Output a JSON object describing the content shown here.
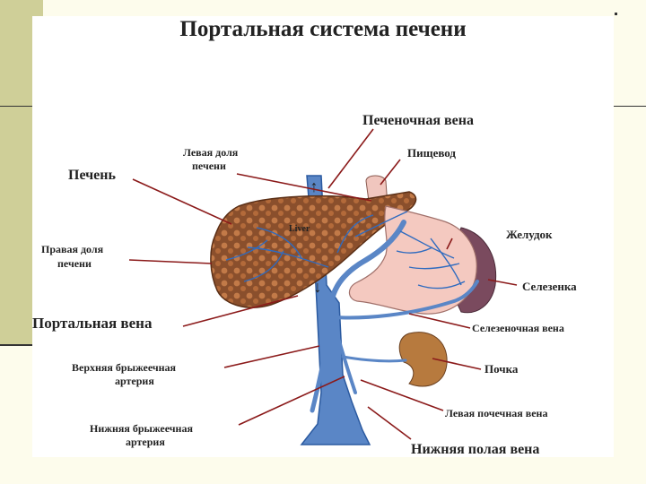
{
  "title": "Портальная система печени",
  "labels": {
    "hepatic_vein": "Печеночная вена",
    "left_lobe_1": "Левая доля",
    "left_lobe_2": "печени",
    "esophagus": "Пищевод",
    "liver": "Печень",
    "liver_inner": "Liver",
    "stomach": "Желудок",
    "right_lobe_1": "Правая доля",
    "right_lobe_2": "печени",
    "spleen": "Селезенка",
    "portal_vein": "Портальная вена",
    "splenic_vein": "Селезеночная вена",
    "superior_mesenteric_1": "Верхняя брыжеечная",
    "superior_mesenteric_2": "артерия",
    "kidney": "Почка",
    "left_renal_vein": "Левая почечная вена",
    "inferior_mesenteric_1": "Нижняя брыжеечная",
    "inferior_mesenteric_2": "артерия",
    "inferior_vena_cava": "Нижняя полая вена",
    "arrow_up": "↑",
    "arrow_down": "↓"
  },
  "colors": {
    "vein": "#5a86c6",
    "vein_dark": "#2b5aa0",
    "liver": "#8a4f2c",
    "liver_spots": "#c27a48",
    "stomach": "#f4c9c0",
    "spleen": "#7a4a5e",
    "kidney": "#b77a3e",
    "leader": "#8b1a1a"
  }
}
